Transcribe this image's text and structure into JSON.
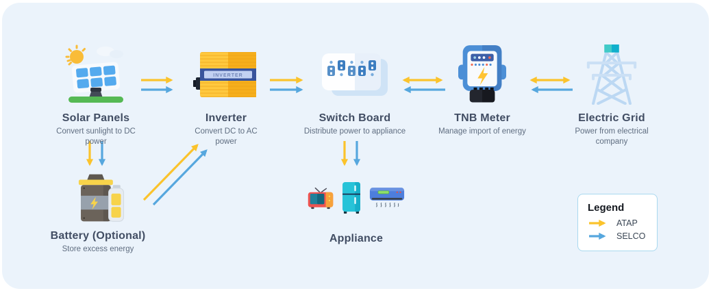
{
  "colors": {
    "atap": "#FBC32C",
    "selco": "#56A7DE",
    "panel-bg": "#EBF3FB",
    "title-text": "#414D63",
    "subtitle-text": "#5F6D80",
    "legend-border": "#A8D8EF"
  },
  "nodes": {
    "solar": {
      "label": "Solar Panels",
      "description": "Convert sunlight to DC power"
    },
    "inverter": {
      "label": "Inverter",
      "description": "Convert DC to AC power",
      "device_text": "INVERTER"
    },
    "switchboard": {
      "label": "Switch Board",
      "description": "Distribute power to appliance"
    },
    "tnb": {
      "label": "TNB Meter",
      "description": "Manage import of energy"
    },
    "grid": {
      "label": "Electric Grid",
      "description": "Power from electrical company"
    },
    "battery": {
      "label": "Battery (Optional)",
      "description": "Store excess energy"
    },
    "appliance": {
      "label": "Appliance"
    }
  },
  "edges": [
    {
      "from": "solar",
      "to": "inverter",
      "flows": [
        "ATAP",
        "SELCO"
      ],
      "direction": "one-way"
    },
    {
      "from": "inverter",
      "to": "switchboard",
      "flows": [
        "ATAP",
        "SELCO"
      ],
      "direction": "one-way"
    },
    {
      "from": "switchboard",
      "to": "tnb",
      "flows": [
        "ATAP"
      ],
      "direction": "two-way"
    },
    {
      "from": "tnb",
      "to": "switchboard",
      "flows": [
        "SELCO"
      ],
      "direction": "one-way"
    },
    {
      "from": "tnb",
      "to": "grid",
      "flows": [
        "ATAP"
      ],
      "direction": "two-way"
    },
    {
      "from": "grid",
      "to": "tnb",
      "flows": [
        "SELCO"
      ],
      "direction": "one-way"
    },
    {
      "from": "solar",
      "to": "battery",
      "flows": [
        "ATAP",
        "SELCO"
      ],
      "direction": "one-way"
    },
    {
      "from": "battery",
      "to": "inverter",
      "flows": [
        "ATAP",
        "SELCO"
      ],
      "direction": "one-way"
    },
    {
      "from": "switchboard",
      "to": "appliance",
      "flows": [
        "ATAP",
        "SELCO"
      ],
      "direction": "one-way"
    }
  ],
  "legend": {
    "title": "Legend",
    "items": [
      {
        "label": "ATAP",
        "color": "#FBC32C"
      },
      {
        "label": "SELCO",
        "color": "#56A7DE"
      }
    ]
  }
}
